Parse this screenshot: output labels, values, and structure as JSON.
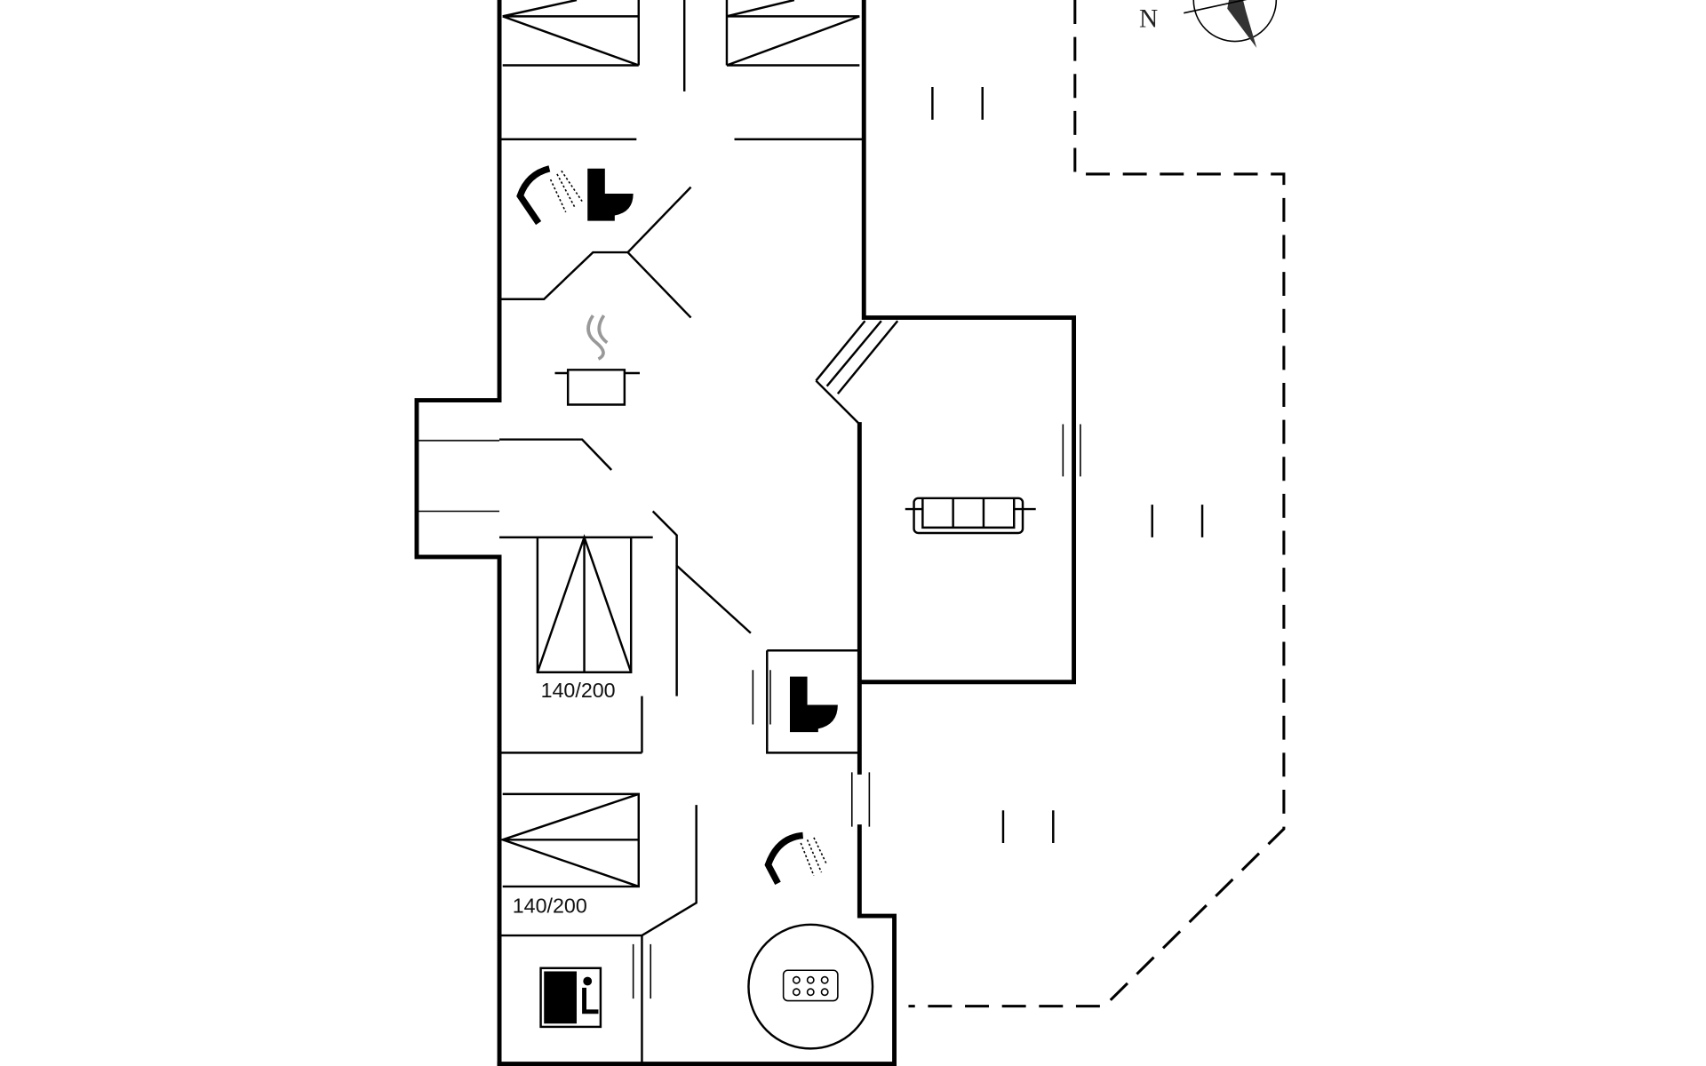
{
  "compass": {
    "north_label": "N"
  },
  "rooms": {
    "bedroom_middle": {
      "bed_size": "140/200"
    },
    "bedroom_lower": {
      "bed_size": "140/200"
    }
  },
  "colors": {
    "wall": "#000000",
    "background": "#ffffff",
    "steam": "#999999"
  }
}
